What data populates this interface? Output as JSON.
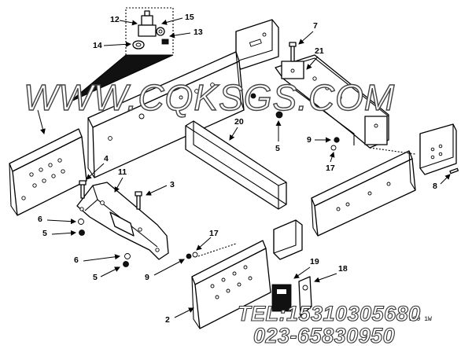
{
  "watermark": "WWW.CQKSGS.COM",
  "telephone": "TEL:15310305680",
  "fax": "023-65830950",
  "figure_code": "DS9 1W",
  "callouts": {
    "c12": "12",
    "c15": "15",
    "c13": "13",
    "c14": "14",
    "c7": "7",
    "c21": "21",
    "c20": "20",
    "c5a": "5",
    "c9a": "9",
    "c17a": "17",
    "c4": "4",
    "c11": "11",
    "c3": "3",
    "c6a": "6",
    "c5b": "5",
    "c6b": "6",
    "c5c": "5",
    "c17b": "17",
    "c9b": "9",
    "c19": "19",
    "c18": "18",
    "c2": "2",
    "c8": "8"
  }
}
